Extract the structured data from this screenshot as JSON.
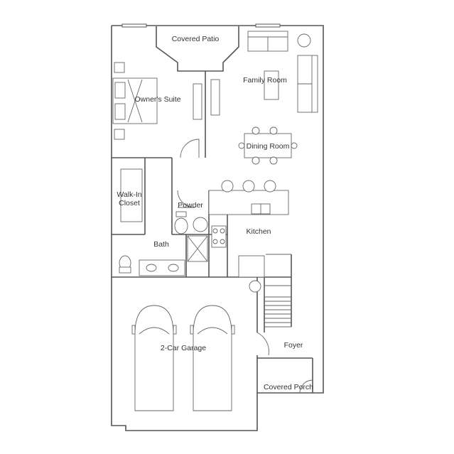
{
  "rooms": {
    "covered_patio": "Covered Patio",
    "family_room": "Family Room",
    "owners_suite": "Owner's Suite",
    "dining_room": "Dining Room",
    "walk_in_closet_line1": "Walk-In",
    "walk_in_closet_line2": "Closet",
    "powder": "Powder",
    "kitchen": "Kitchen",
    "bath": "Bath",
    "garage": "2-Car Garage",
    "foyer": "Foyer",
    "covered_porch": "Covered Porch"
  },
  "colors": {
    "wall": "#555555",
    "fixture": "#666666",
    "background": "#ffffff"
  }
}
